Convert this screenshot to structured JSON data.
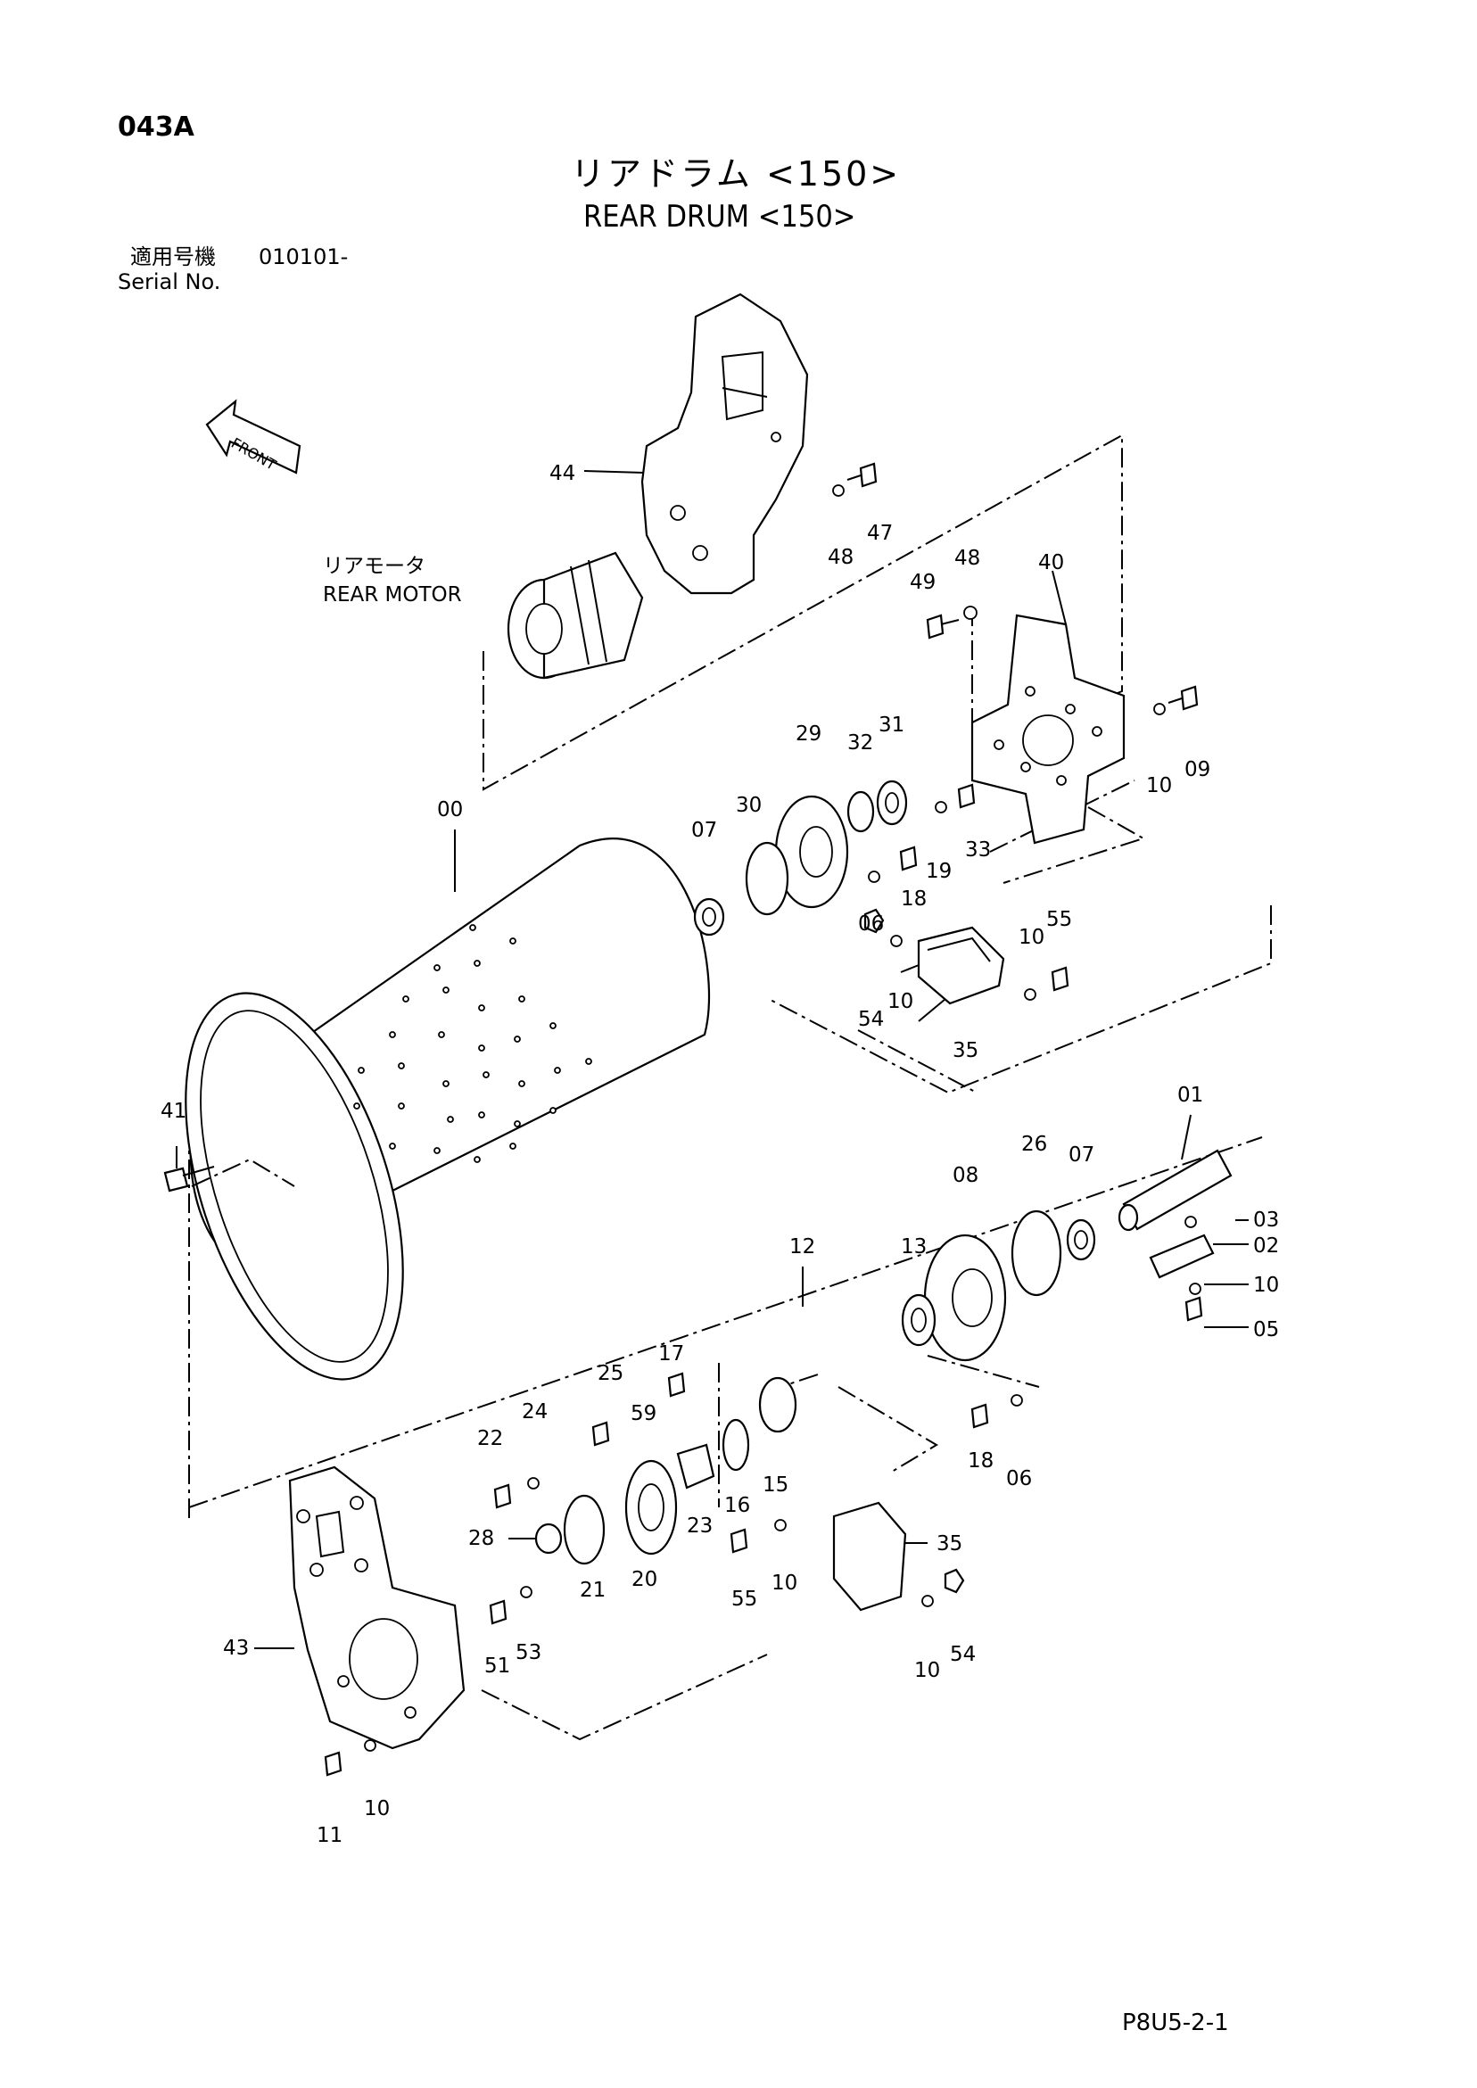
{
  "header": {
    "page_code": "043A",
    "title_jp": "リアドラム <150>",
    "title_en": "REAR DRUM <150>",
    "serial_label_jp": "適用号機",
    "serial_label_en": "Serial No.",
    "serial_value": "010101-"
  },
  "notes": {
    "front_label": "FRONT",
    "motor_label_jp": "リアモータ",
    "motor_label_en": "REAR MOTOR"
  },
  "footer": {
    "code": "P8U5-2-1"
  },
  "callouts": [
    "44",
    "47",
    "48",
    "48",
    "49",
    "40",
    "09",
    "10",
    "29",
    "32",
    "31",
    "00",
    "30",
    "07",
    "33",
    "19",
    "18",
    "06",
    "55",
    "10",
    "54",
    "10",
    "35",
    "01",
    "41",
    "26",
    "07",
    "08",
    "03",
    "02",
    "10",
    "05",
    "12",
    "13",
    "17",
    "25",
    "24",
    "59",
    "22",
    "16",
    "15",
    "18",
    "06",
    "23",
    "28",
    "21",
    "20",
    "35",
    "55",
    "10",
    "53",
    "51",
    "10",
    "54",
    "43",
    "11",
    "10"
  ]
}
